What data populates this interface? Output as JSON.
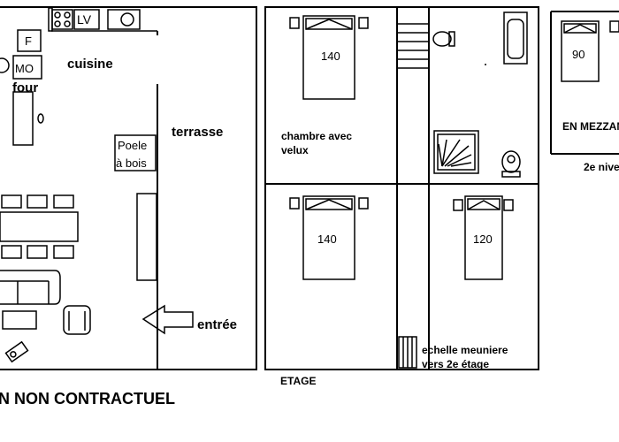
{
  "ground_floor": {
    "kitchen": "cuisine",
    "fridge": "F",
    "microwave": "MO",
    "oven": "four",
    "dishwasher": "LV",
    "stove": "Poele",
    "stove_line2": "à bois",
    "terrace": "terrasse",
    "entrance": "entrée"
  },
  "first_floor": {
    "bed1_size": "140",
    "bed2_size": "140",
    "bed3_size": "120",
    "room_note_line1": "chambre avec",
    "room_note_line2": "velux",
    "ladder_line1": "echelle meuniere",
    "ladder_line2": "vers 2e étage",
    "floor_label": "ETAGE"
  },
  "second_floor": {
    "bed_size": "90",
    "mezzanine": "EN MEZZANI",
    "floor_label": "2e nive"
  },
  "footer": {
    "disclaimer": "N NON CONTRACTUEL"
  }
}
